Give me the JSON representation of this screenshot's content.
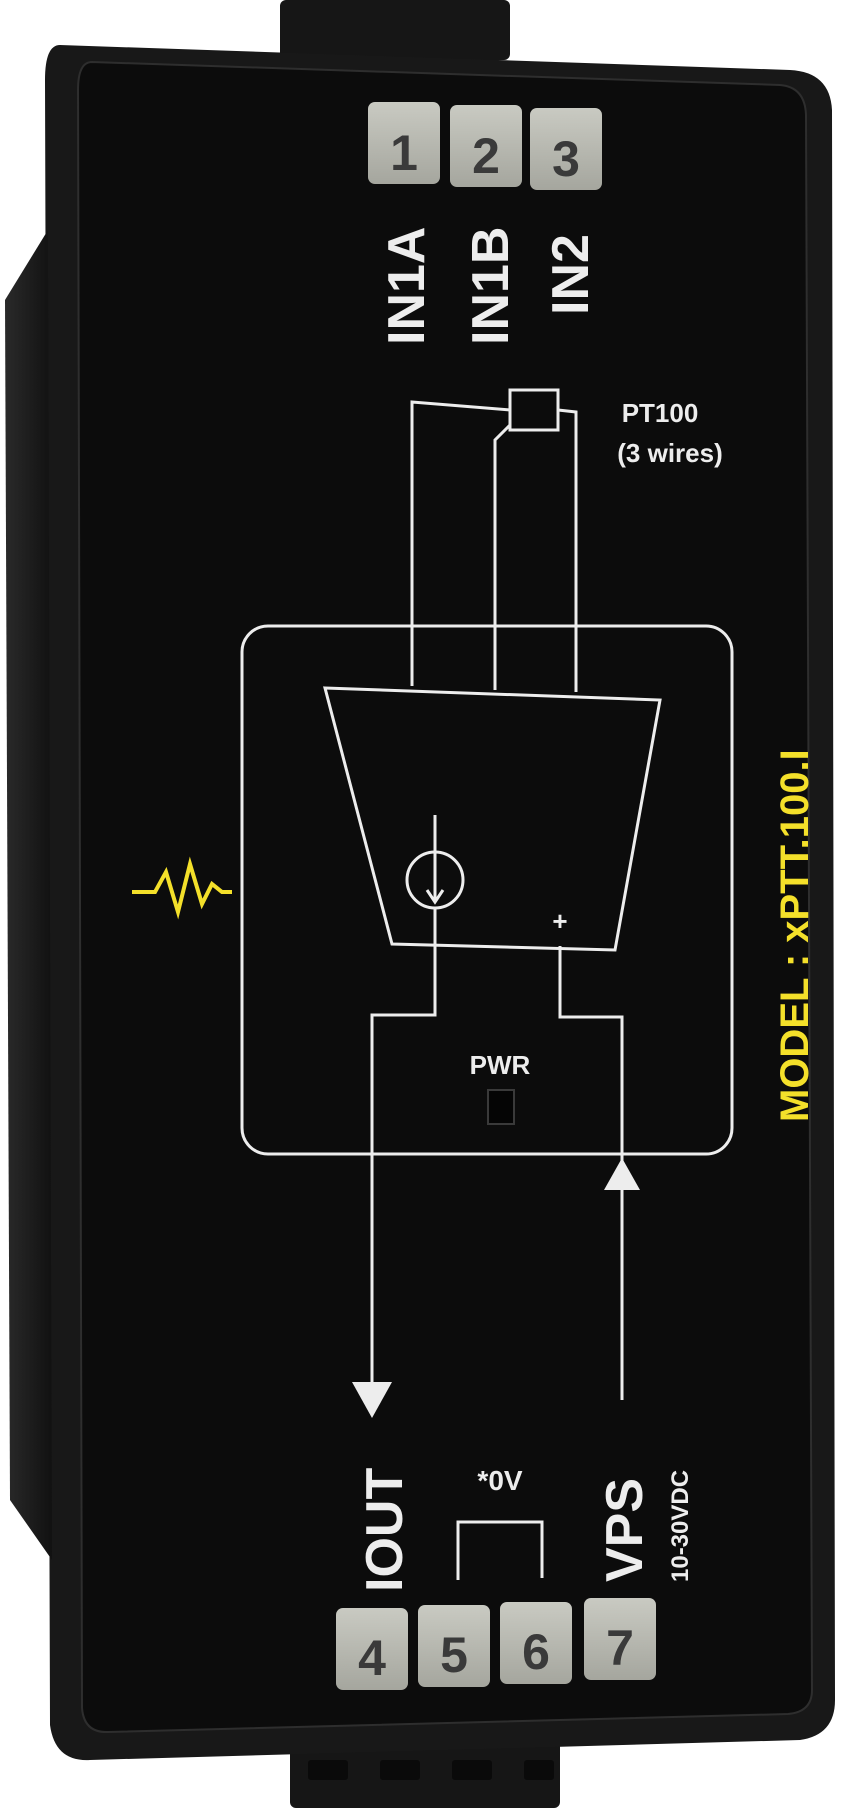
{
  "device": {
    "model_label": "MODEL : xPTT.100.I",
    "sensor_label": "PT100",
    "sensor_sublabel": "(3 wires)",
    "power_led_label": "PWR",
    "plus_sign": "+",
    "zero_volt_label": "*0V"
  },
  "terminals_top": [
    {
      "number": "1",
      "label": "IN1A"
    },
    {
      "number": "2",
      "label": "IN1B"
    },
    {
      "number": "3",
      "label": "IN2"
    }
  ],
  "terminals_bottom": [
    {
      "number": "4",
      "label": "IOUT"
    },
    {
      "number": "5",
      "label": ""
    },
    {
      "number": "6",
      "label": ""
    },
    {
      "number": "7",
      "label": "VPS",
      "sublabel": "10-30VDC"
    }
  ],
  "colors": {
    "housing": "#1b1b1b",
    "panel": "#0d0d0d",
    "line_art": "#ededed",
    "accent_yellow": "#f4e02a",
    "terminal_tab": "#b9bab2"
  },
  "icons": [
    "signal-wave-icon",
    "current-source-icon",
    "amplifier-symbol",
    "arrow-down-icon",
    "arrow-up-icon"
  ]
}
